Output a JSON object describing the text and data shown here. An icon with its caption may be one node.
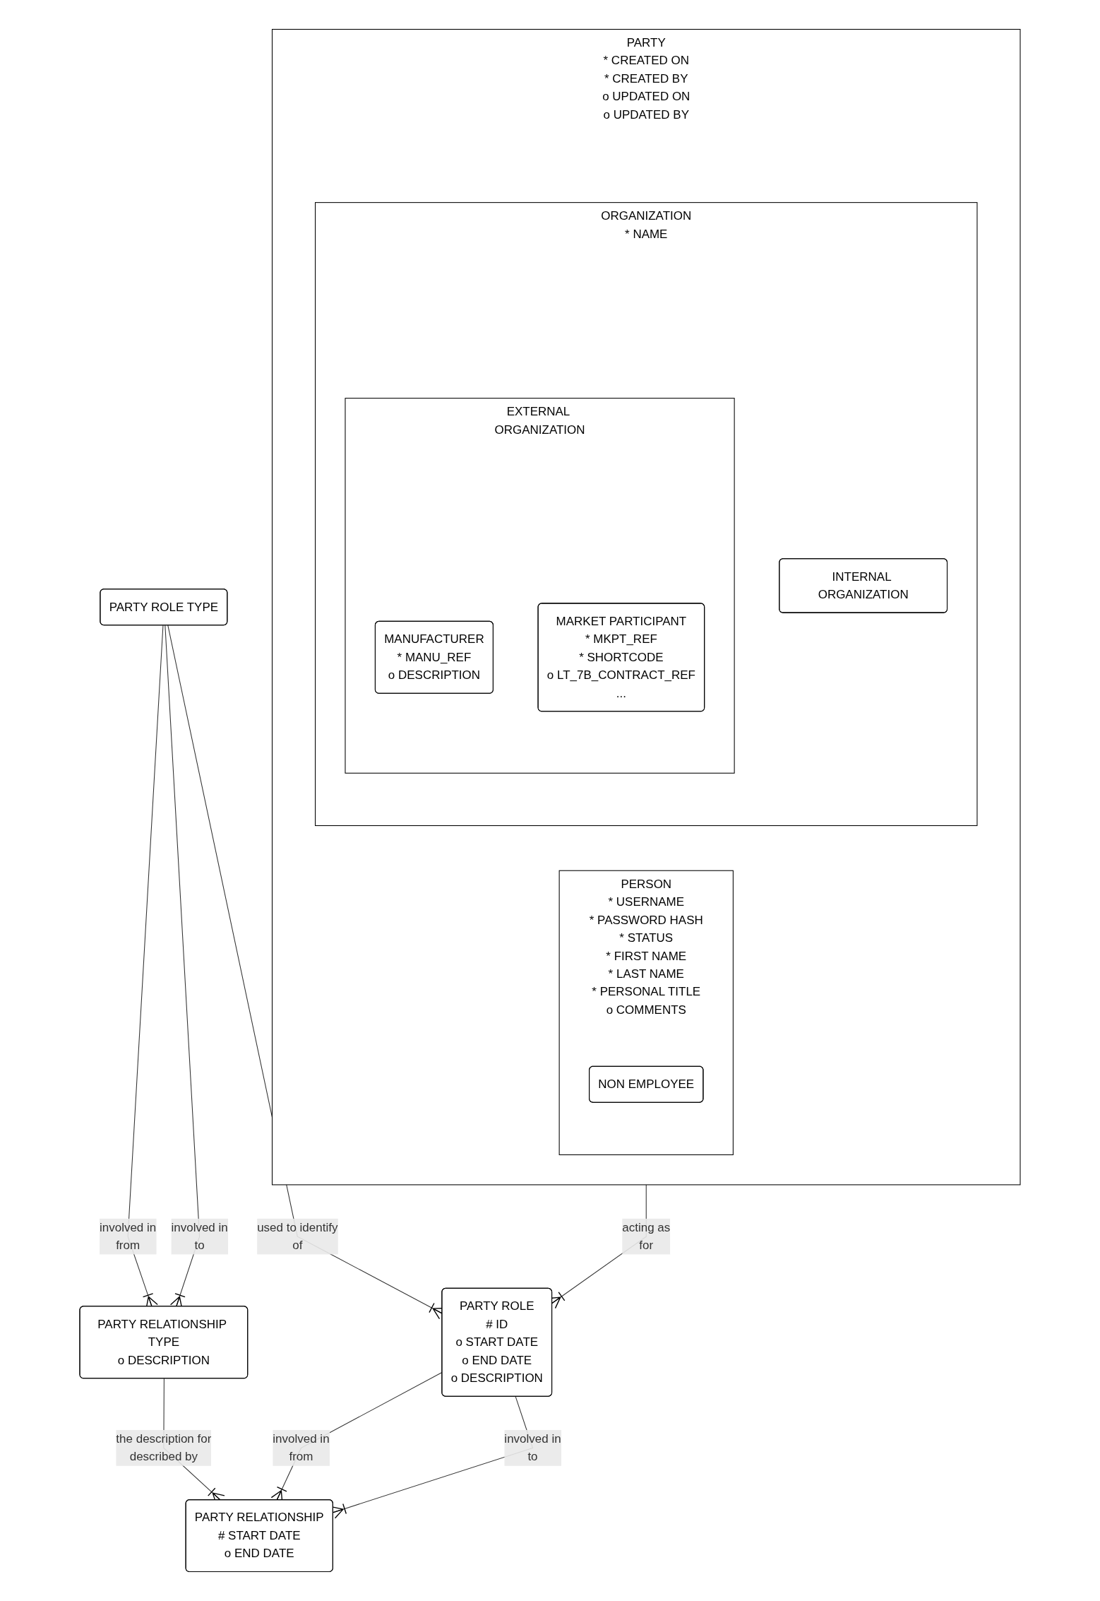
{
  "diagram": {
    "nodes": [
      {
        "text": [
          "PARTY",
          "* CREATED ON",
          "* CREATED BY",
          "o UPDATED ON",
          "o UPDATED BY"
        ]
      },
      {
        "text": [
          "PERSON",
          "* USERNAME",
          "* PASSWORD HASH",
          "* STATUS",
          "* FIRST NAME",
          "* LAST NAME",
          "* PERSONAL TITLE",
          "o COMMENTS"
        ],
        "in": 0
      },
      {
        "text": [
          "NON EMPLOYEE"
        ],
        "in": 1
      },
      {
        "text": [
          "ORGANIZATION",
          "* NAME"
        ],
        "in": 0
      },
      {
        "text": [
          "EXTERNAL ORGANIZATION"
        ],
        "in": 3
      },
      {
        "text": [
          "MANUFACTURER",
          "* MANU_REF",
          "o DESCRIPTION"
        ],
        "in": 4
      },
      {
        "text": [
          "MARKET PARTICIPANT",
          "* MKPT_REF",
          "* SHORTCODE",
          "o LT_7B_CONTRACT_REF",
          "..."
        ],
        "in": 4
      },
      {
        "text": [
          "INTERNAL ORGANIZATION"
        ],
        "in": 3
      },
      {
        "text": [
          "PARTY RELATIONSHIP TYPE",
          "o DESCRIPTION"
        ]
      },
      {
        "text": [
          "PARTY ROLE TYPE"
        ]
      },
      {
        "text": [
          "PARTY RELATIONSHIP",
          "# START DATE",
          "o END DATE"
        ]
      },
      {
        "text": [
          "PARTY ROLE",
          "# ID",
          "o START DATE",
          "o END DATE",
          "o DESCRIPTION"
        ]
      }
    ],
    "edges": [
      {
        "from": 0,
        "to": 11,
        "arrow": "other",
        "label": [
          "acting as",
          "for"
        ]
      },
      {
        "from": 9,
        "to": 11,
        "arrow": "other",
        "label": [
          "used to identify",
          "of"
        ]
      },
      {
        "from": 9,
        "to": 8,
        "arrow": "other",
        "label": [
          "involved in",
          "from"
        ]
      },
      {
        "from": 9,
        "to": 8,
        "arrow": "other",
        "label": [
          "involved in",
          "to"
        ]
      },
      {
        "from": 8,
        "to": 10,
        "arrow": "other",
        "label": [
          "the description for",
          "described by"
        ]
      },
      {
        "from": 11,
        "to": 10,
        "arrow": "other",
        "label": [
          "involved in",
          "from"
        ]
      },
      {
        "from": 11,
        "to": 10,
        "arrow": "other",
        "label": [
          "involved in",
          "to"
        ]
      }
    ]
  }
}
